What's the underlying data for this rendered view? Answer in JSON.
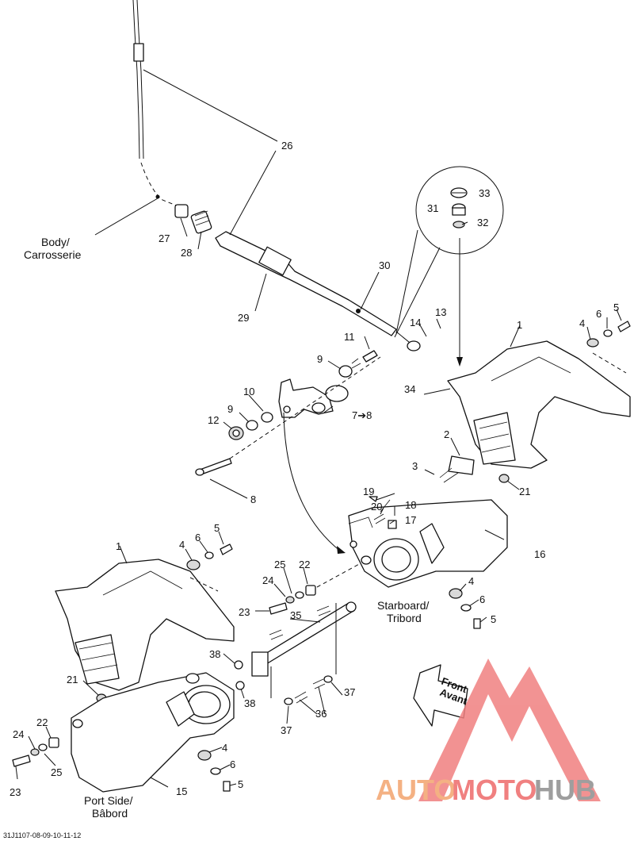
{
  "callouts": {
    "c26": "26",
    "c27": "27",
    "c28": "28",
    "c29": "29",
    "c30": "30",
    "c33": "33",
    "c31": "31",
    "c32": "32",
    "c13": "13",
    "c14": "14",
    "c11": "11",
    "c9a": "9",
    "c9b": "9",
    "c10": "10",
    "c12": "12",
    "c78": "7➔8",
    "c8": "8",
    "c1a": "1",
    "c4a": "4",
    "c6a": "6",
    "c5a": "5",
    "c34": "34",
    "c2": "2",
    "c3": "3",
    "c21a": "21",
    "c19": "19",
    "c20": "20",
    "c18": "18",
    "c17": "17",
    "c16": "16",
    "c1b": "1",
    "c4b": "4",
    "c6b": "6",
    "c5b": "5",
    "c25a": "25",
    "c22a": "22",
    "c24a": "24",
    "c23a": "23",
    "c35": "35",
    "c4c": "4",
    "c6c": "6",
    "c5c": "5",
    "c38a": "38",
    "c38b": "38",
    "c21b": "21",
    "c37a": "37",
    "c36": "36",
    "c37b": "37",
    "c22b": "22",
    "c24b": "24",
    "c25b": "25",
    "c23b": "23",
    "c15": "15",
    "c4d": "4",
    "c6d": "6",
    "c5d": "5"
  },
  "labels": {
    "body_en": "Body/",
    "body_fr": "Carrosserie",
    "starboard_en": "Starboard/",
    "starboard_fr": "Tribord",
    "port_en": "Port Side/",
    "port_fr": "Bâbord",
    "front_en": "Front",
    "front_fr": "Avant",
    "doc_id": "31J1107-08-09-10-11-12"
  },
  "watermark": {
    "part1": "AUTO",
    "part2": "MOTO",
    "part3": "HUB",
    "color1": "#f4b183",
    "color2": "#f08080",
    "color3": "#9e9e9e"
  }
}
